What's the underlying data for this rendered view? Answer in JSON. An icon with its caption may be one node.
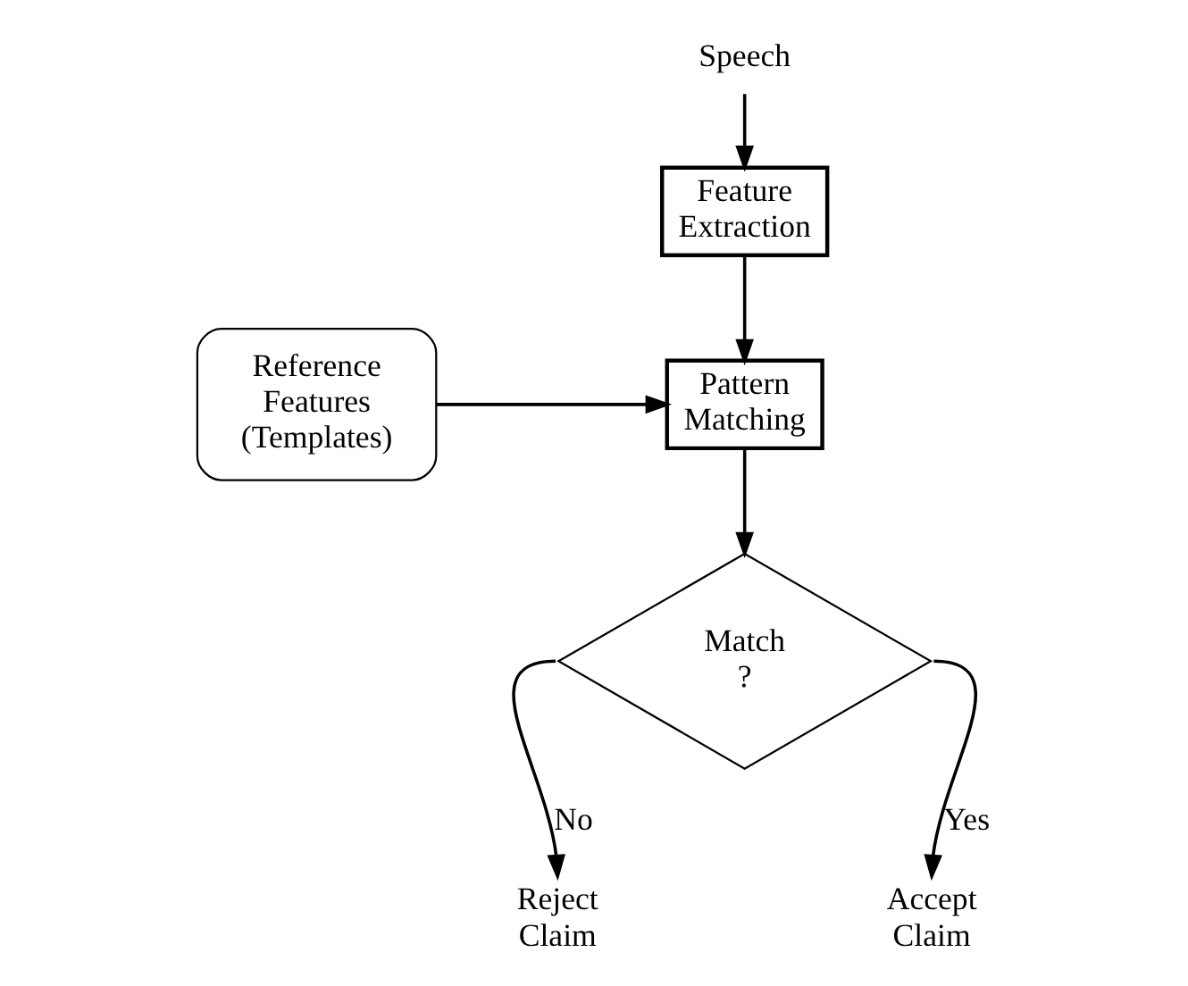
{
  "diagram": {
    "nodes": [
      {
        "text": [
          "Speech"
        ]
      },
      {
        "text": [
          "Feature Extraction"
        ]
      },
      {
        "text": [
          "Reference Features (Templates)"
        ]
      },
      {
        "text": [
          "Pattern Matching"
        ]
      },
      {
        "text": [
          "Match ?"
        ]
      },
      {
        "text": [
          "Reject Claim"
        ]
      },
      {
        "text": [
          "Accept Claim"
        ]
      }
    ],
    "edges": [
      {
        "from": 0,
        "to": 1,
        "arrow": "to"
      },
      {
        "from": 1,
        "to": 3,
        "arrow": "to"
      },
      {
        "from": 2,
        "to": 3,
        "arrow": "to"
      },
      {
        "from": 3,
        "to": 4,
        "arrow": "to"
      },
      {
        "from": 4,
        "to": 5,
        "arrow": "to",
        "label": "No"
      },
      {
        "from": 4,
        "to": 6,
        "arrow": "to",
        "label": "Yes"
      }
    ]
  }
}
